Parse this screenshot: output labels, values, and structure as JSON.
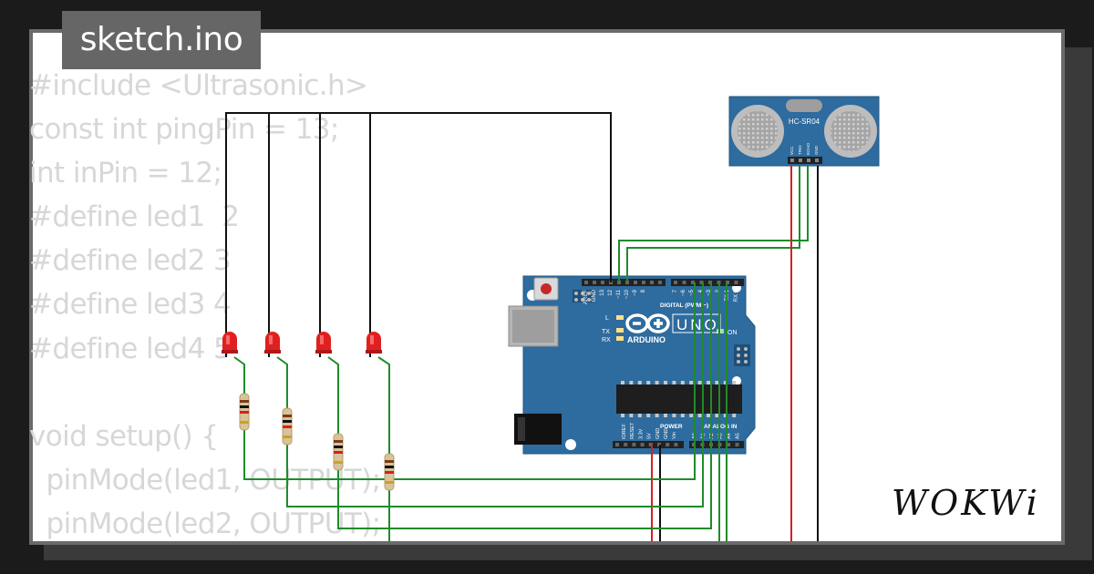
{
  "title": "sketch.ino",
  "code_lines": [
    "#include <Ultrasonic.h>",
    "const int pingPin = 13;",
    "int inPin = 12;",
    "#define led1  2",
    "#define led2 3",
    "#define led3 4",
    "#define led4 5",
    "",
    "void setup() {",
    "  pinMode(led1, OUTPUT);",
    "  pinMode(led2, OUTPUT);"
  ],
  "board": {
    "brand": "ARDUINO",
    "model": "UNO",
    "digital_label": "DIGITAL (PWM ~)",
    "analog_label": "ANALOG IN",
    "power_label": "POWER",
    "on_label": "ON",
    "l_label": "L",
    "tx_label": "TX",
    "rx_label": "RX",
    "digital_pins": [
      "AREF",
      "GND",
      "13",
      "12",
      "~11",
      "~10",
      "~9",
      "8",
      "7",
      "~6",
      "~5",
      "4",
      "~3",
      "2",
      "TX 1",
      "RX 0"
    ],
    "power_pins": [
      "IOREF",
      "RESET",
      "3.3V",
      "5V",
      "GND",
      "GND",
      "Vin"
    ],
    "analog_pins": [
      "A0",
      "A1",
      "A2",
      "A3",
      "A4",
      "A5"
    ]
  },
  "sensor": {
    "label": "HC-SR04",
    "pins": [
      "VCC",
      "TRIG",
      "ECHO",
      "GND"
    ]
  },
  "logo": "WOKWi",
  "colors": {
    "board": "#2e6b9e",
    "wire_black": "#111111",
    "wire_green": "#1e8c2a",
    "wire_red": "#d62020",
    "led": "#e02020",
    "code_text": "#d7d7d7",
    "title_bg": "#666666"
  }
}
